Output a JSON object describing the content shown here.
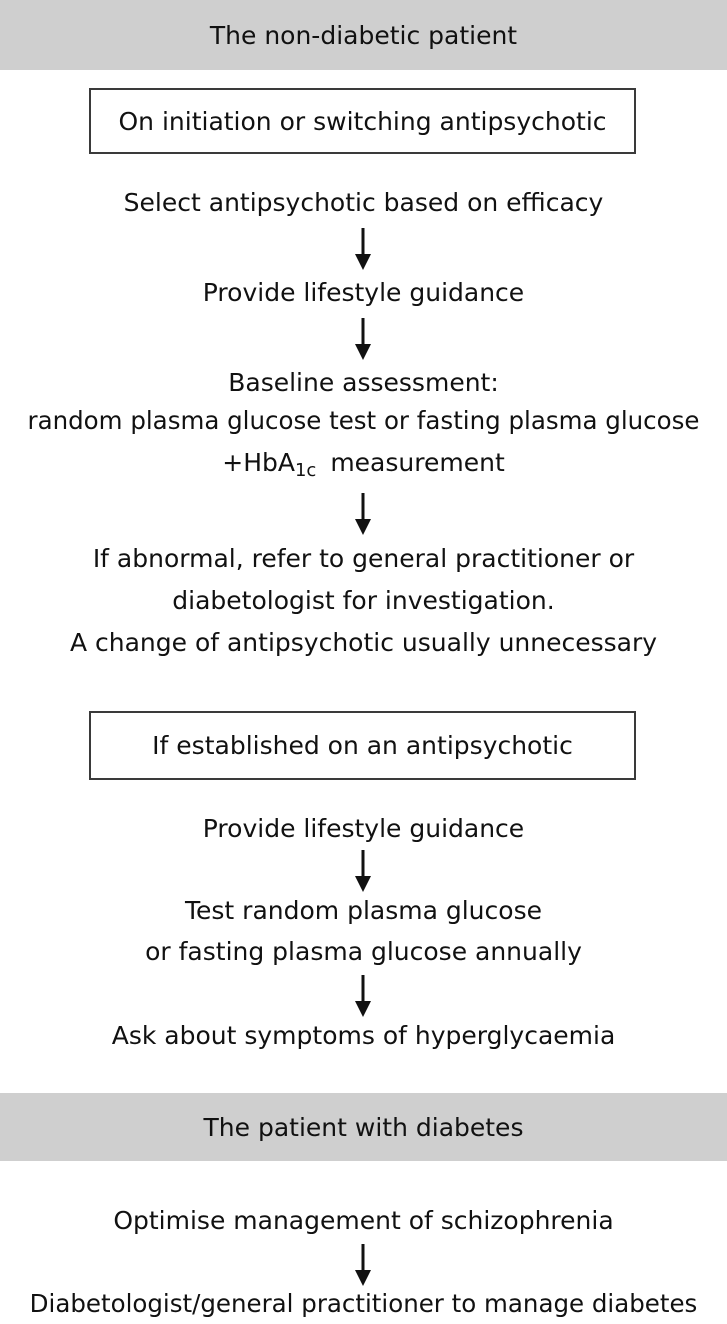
{
  "sections": {
    "non_diabetic": {
      "heading": "The non-diabetic patient",
      "initiation": {
        "box_label": "On initiation or switching antipsychotic",
        "steps": [
          "Select antipsychotic based on efficacy",
          "Provide lifestyle guidance",
          "Baseline assessment:",
          "random plasma glucose test or fasting plasma glucose",
          "+HbA",
          "1c",
          "measurement",
          "If abnormal, refer to general practitioner or",
          "diabetologist for investigation.",
          "A change of antipsychotic usually unnecessary"
        ]
      },
      "established": {
        "box_label": "If established on an antipsychotic",
        "steps": [
          "Provide lifestyle guidance",
          "Test random plasma glucose",
          "or fasting plasma glucose annually",
          "Ask about symptoms of hyperglycaemia"
        ]
      }
    },
    "diabetic": {
      "heading": "The patient with diabetes",
      "steps": [
        "Optimise management of schizophrenia",
        "Diabetologist/general practitioner to manage diabetes"
      ]
    }
  },
  "icons": {
    "flow_arrow": "arrow-down-icon"
  },
  "colors": {
    "band_background": "#cfcfcf",
    "box_border": "#3a3a3a",
    "text": "#111111"
  }
}
